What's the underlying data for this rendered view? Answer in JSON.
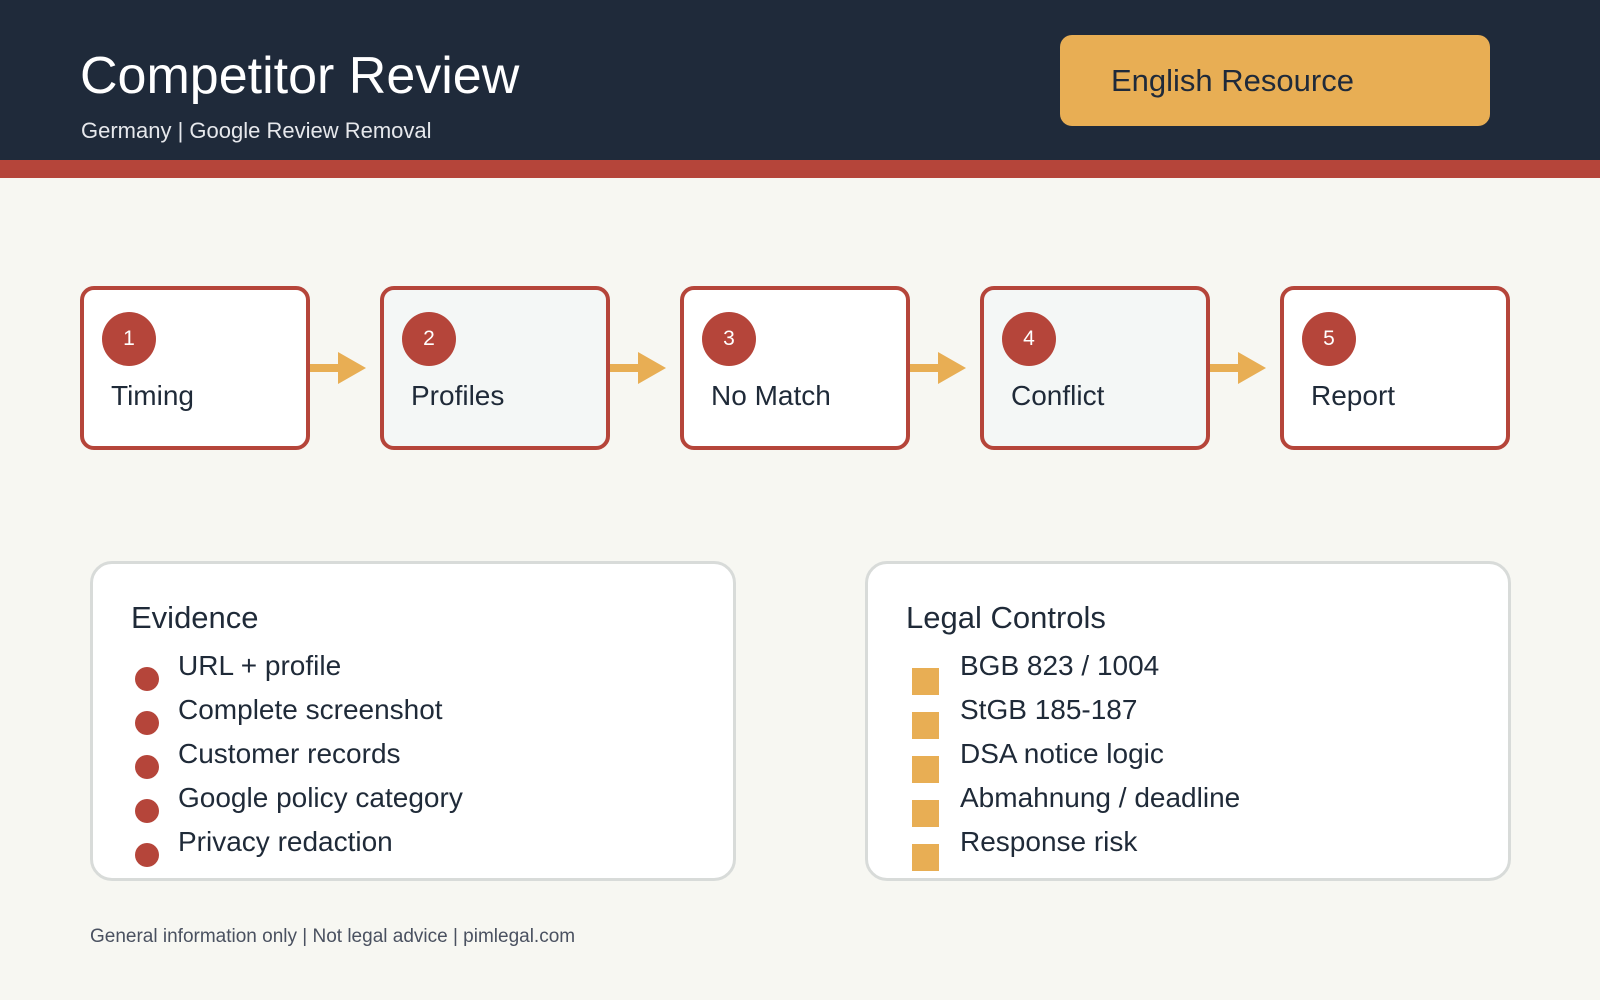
{
  "header": {
    "title": "Competitor Review",
    "subtitle": "Germany | Google Review Removal",
    "badge_label": "English Resource"
  },
  "colors": {
    "navy": "#1f2a3a",
    "accent_red": "#b5453a",
    "accent_gold": "#e8ae54",
    "background": "#f7f7f2"
  },
  "steps": [
    {
      "number": "1",
      "label": "Timing"
    },
    {
      "number": "2",
      "label": "Profiles"
    },
    {
      "number": "3",
      "label": "No Match"
    },
    {
      "number": "4",
      "label": "Conflict"
    },
    {
      "number": "5",
      "label": "Report"
    }
  ],
  "evidence": {
    "title": "Evidence",
    "items": [
      "URL + profile",
      "Complete screenshot",
      "Customer records",
      "Google policy category",
      "Privacy redaction"
    ]
  },
  "legal_controls": {
    "title": "Legal Controls",
    "items": [
      "BGB 823 / 1004",
      "StGB 185-187",
      "DSA notice logic",
      "Abmahnung / deadline",
      "Response risk"
    ]
  },
  "footer": {
    "text": "General information only | Not legal advice | pimlegal.com"
  }
}
